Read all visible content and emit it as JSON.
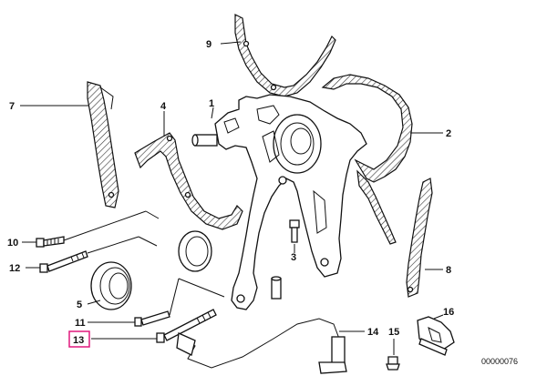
{
  "callouts": [
    {
      "id": "1",
      "label": "1"
    },
    {
      "id": "2",
      "label": "2"
    },
    {
      "id": "3",
      "label": "3"
    },
    {
      "id": "4",
      "label": "4"
    },
    {
      "id": "5",
      "label": "5"
    },
    {
      "id": "7",
      "label": "7"
    },
    {
      "id": "8",
      "label": "8"
    },
    {
      "id": "9",
      "label": "9"
    },
    {
      "id": "10",
      "label": "10"
    },
    {
      "id": "11",
      "label": "11"
    },
    {
      "id": "12",
      "label": "12"
    },
    {
      "id": "13",
      "label": "13"
    },
    {
      "id": "14",
      "label": "14"
    },
    {
      "id": "15",
      "label": "15"
    },
    {
      "id": "16",
      "label": "16"
    }
  ],
  "highlighted_callout": "13",
  "highlight_color": "#e0197d",
  "diagram_code": "00000076"
}
